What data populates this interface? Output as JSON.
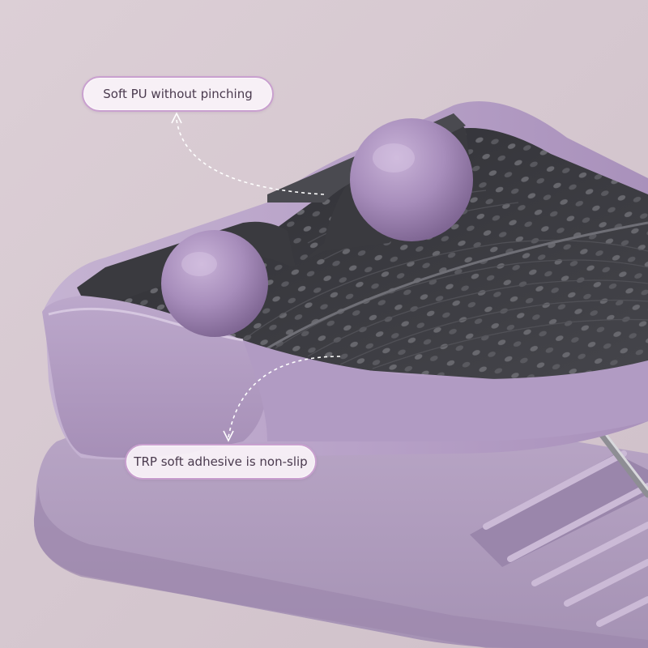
{
  "image": {
    "subject": "purple incline foot stretcher board with massage balls",
    "colors": {
      "background": "#d8ccd3",
      "body_purple": "#b7a0c6",
      "ball_purple": "#a98fbb",
      "mat_dark": "#3b3b3f",
      "label_border": "#c9a0cf"
    }
  },
  "callouts": [
    {
      "text": "Soft PU without pinching"
    },
    {
      "text": "TRP soft adhesive is non-slip"
    }
  ]
}
